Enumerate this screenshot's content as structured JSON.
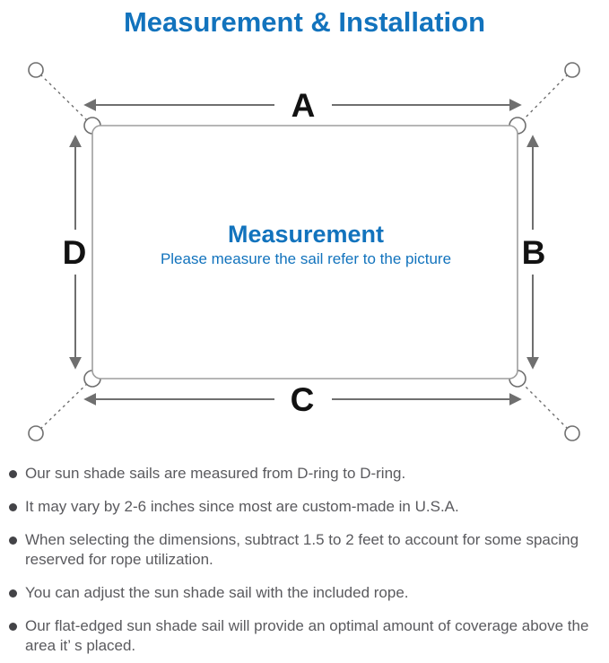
{
  "header": {
    "title": "Measurement & Installation"
  },
  "colors": {
    "accent_blue": "#1273bd",
    "arrow_gray": "#6f6f6f",
    "sail_outline_gray": "#9e9e9e",
    "dimension_label_black": "#121212",
    "body_text_gray": "#5a5a5e"
  },
  "diagram": {
    "dimension_labels": {
      "top": "A",
      "right": "B",
      "bottom": "C",
      "left": "D"
    },
    "center_title": "Measurement",
    "center_subtitle": "Please measure the sail refer to the picture"
  },
  "bullets": [
    "Our sun shade sails are measured from D-ring to D-ring.",
    "It may vary by 2-6 inches since most are custom-made in U.S.A.",
    "When selecting the dimensions, subtract 1.5 to 2 feet to account for some spacing reserved for rope utilization.",
    "You can adjust the sun shade sail with the included rope.",
    "Our flat-edged sun shade sail will provide an optimal amount of coverage above the area it’ s placed."
  ]
}
